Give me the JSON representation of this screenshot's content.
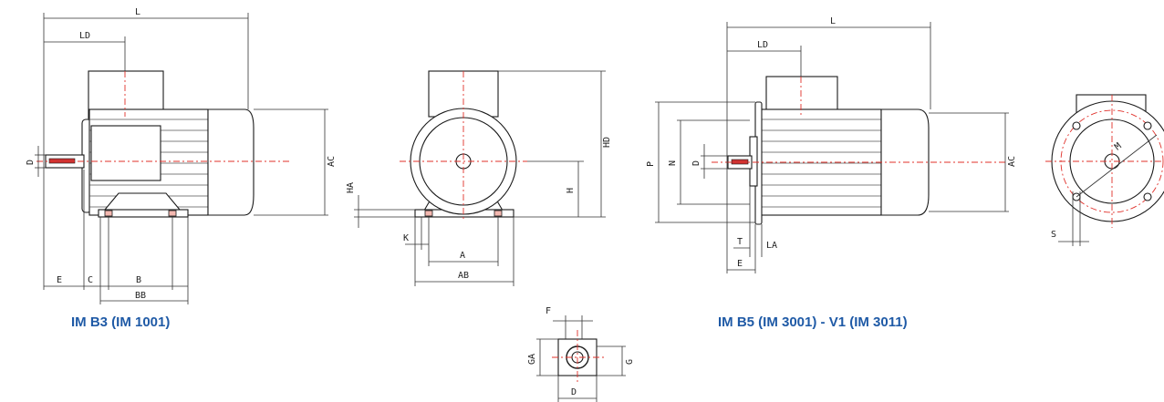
{
  "captions": {
    "b3": "IM B3 (IM 1001)",
    "b5": "IM B5 (IM 3001) - V1 (IM 3011)"
  },
  "labels": {
    "L": "L",
    "LD": "LD",
    "D": "D",
    "AC": "AC",
    "E": "E",
    "C": "C",
    "B": "B",
    "BB": "BB",
    "HA": "HA",
    "HD": "HD",
    "H": "H",
    "K": "K",
    "A": "A",
    "AB": "AB",
    "P": "P",
    "N": "N",
    "T": "T",
    "LA": "LA",
    "M": "M",
    "S": "S",
    "F": "F",
    "GA": "GA",
    "G": "G"
  },
  "colors": {
    "caption": "#1f5aa6",
    "centerline": "#e0302a"
  }
}
